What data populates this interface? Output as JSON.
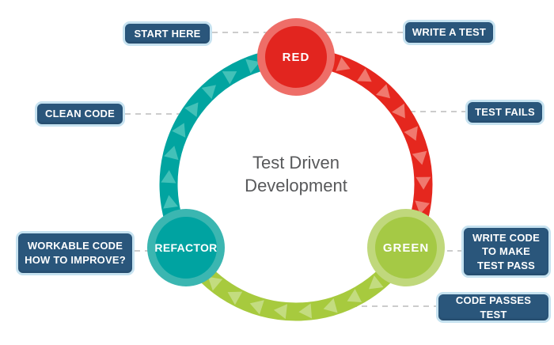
{
  "diagram": {
    "background": "#ffffff",
    "title": {
      "line1": "Test Driven",
      "line2": "Development",
      "color": "#58595b"
    },
    "nodes": [
      {
        "id": "red",
        "label": "RED",
        "fill": "#e2251f",
        "ring": "#ee6e68"
      },
      {
        "id": "green",
        "label": "GREEN",
        "fill": "#a5c945",
        "ring": "#c0d87c"
      },
      {
        "id": "refactor",
        "label": "REFACTOR",
        "fill": "#00a3a1",
        "ring": "#3bb6b1"
      }
    ],
    "band_colors": {
      "red": "#e5271e",
      "green": "#a7ca3e",
      "teal": "#01a4a0"
    },
    "chevron_colors": {
      "red": "#f0796f",
      "green": "#c3dc80",
      "teal": "#43c1b8"
    },
    "callout_style": {
      "fill": "#2a567b",
      "border": "#c6e2f0",
      "text_color": "#ffffff"
    },
    "connector_color": "#cccccc",
    "callouts": [
      {
        "id": "start-here",
        "lines": [
          "START HERE"
        ]
      },
      {
        "id": "write-a-test",
        "lines": [
          "WRITE A TEST"
        ]
      },
      {
        "id": "test-fails",
        "lines": [
          "TEST FAILS"
        ]
      },
      {
        "id": "write-code-to-make-test-pass",
        "lines": [
          "WRITE CODE",
          "TO MAKE",
          "TEST PASS"
        ]
      },
      {
        "id": "code-passes-test",
        "lines": [
          "CODE PASSES TEST"
        ]
      },
      {
        "id": "workable-code-how-to-improve",
        "lines": [
          "WORKABLE CODE",
          "HOW TO IMPROVE?"
        ]
      },
      {
        "id": "clean-code",
        "lines": [
          "CLEAN CODE"
        ]
      }
    ]
  }
}
